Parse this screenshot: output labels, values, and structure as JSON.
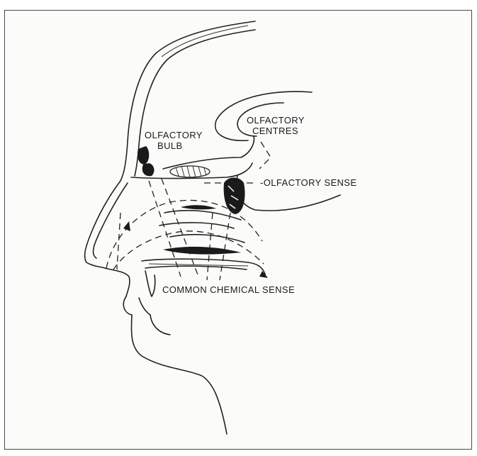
{
  "labels": {
    "olfactory_bulb_line1": "OLFACTORY",
    "olfactory_bulb_line2": "BULB",
    "olfactory_centres_line1": "OLFACTORY",
    "olfactory_centres_line2": "CENTRES",
    "olfactory_sense": "-OLFACTORY SENSE",
    "common_chemical_sense": "COMMON CHEMICAL SENSE"
  },
  "colors": {
    "ink": "#1a1a1a",
    "paper": "#fbfbf9",
    "border": "#4a4a4a"
  }
}
